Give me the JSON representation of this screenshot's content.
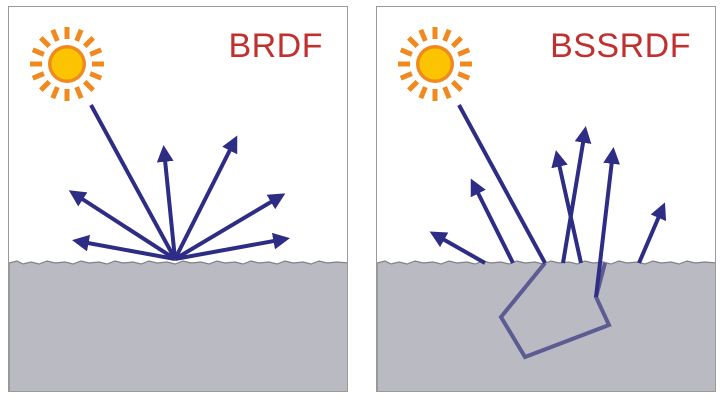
{
  "panels": [
    {
      "id": "left",
      "title": "BRDF"
    },
    {
      "id": "right",
      "title": "BSSRDF"
    }
  ],
  "colors": {
    "arrow": "#2e2d86",
    "path": "#5c5b92",
    "material": "#b9bac2",
    "sun_rays": "#f08a1e",
    "sun_core": "#fcc400",
    "sun_ring": "#f08a1e",
    "title": "#c0302e",
    "frame": "#9a9a9a"
  },
  "icons": [
    "sun-icon",
    "sun-icon"
  ]
}
